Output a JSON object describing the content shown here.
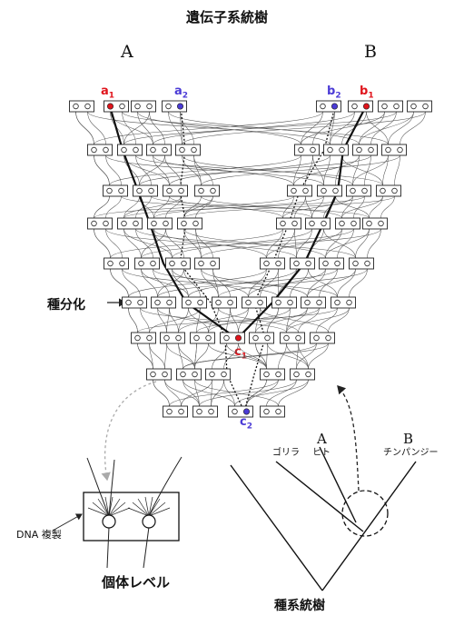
{
  "title": "遺伝子系統樹",
  "panels": {
    "left": "A",
    "right": "B"
  },
  "labels": {
    "a1": {
      "main": "a",
      "sub": "1",
      "color": "#e0141c"
    },
    "a2": {
      "main": "a",
      "sub": "2",
      "color": "#4b3bd6"
    },
    "b1": {
      "main": "b",
      "sub": "1",
      "color": "#e0141c"
    },
    "b2": {
      "main": "b",
      "sub": "2",
      "color": "#4b3bd6"
    },
    "c1": {
      "main": "c",
      "sub": "1",
      "color": "#e0141c"
    },
    "c2": {
      "main": "c",
      "sub": "2",
      "color": "#4b3bd6"
    }
  },
  "speciation_label": "種分化",
  "dna_label": "DNA 複製",
  "individual_label": "個体レベル",
  "species_tree": {
    "label": "種系統樹",
    "taxa": {
      "A": "A",
      "B": "B",
      "gorilla": "ゴリラ",
      "human": "ヒト",
      "chimp": "チンパンジー"
    }
  },
  "colors": {
    "red": "#e0141c",
    "blue": "#4b3bd6",
    "line": "#222222"
  }
}
